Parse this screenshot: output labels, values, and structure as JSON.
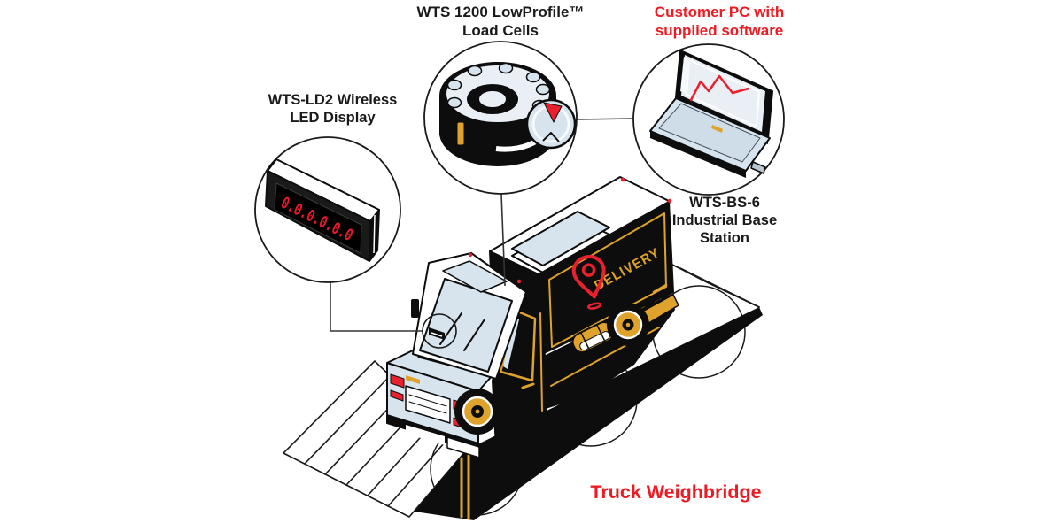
{
  "title": "Wireless truck weighbridge system diagram",
  "colors": {
    "red": "#ed1c24",
    "graphic_red": "#e8212e",
    "gold": "#dfa22c",
    "light_blue": "#d7e4ee",
    "pale_blue": "#e9eff4",
    "ink": "#0d0d0d",
    "line": "#1a1a1a",
    "led_red": "#e8192c"
  },
  "labels": {
    "load_cells": {
      "line1": "WTS 1200 LowProfile™",
      "line2": "Load Cells"
    },
    "customer_pc": {
      "line1": "Customer PC with",
      "line2": "supplied software"
    },
    "led_display": {
      "line1": "WTS-LD2 Wireless",
      "line2": "LED Display"
    },
    "base_station": {
      "line1": "WTS-BS-6",
      "line2": "Industrial Base",
      "line3": "Station"
    },
    "weighbridge": "Truck Weighbridge"
  },
  "truck": {
    "side_text": "DELIVERY"
  },
  "led_display_device": {
    "readout": "0.0.0.0.0.0"
  }
}
